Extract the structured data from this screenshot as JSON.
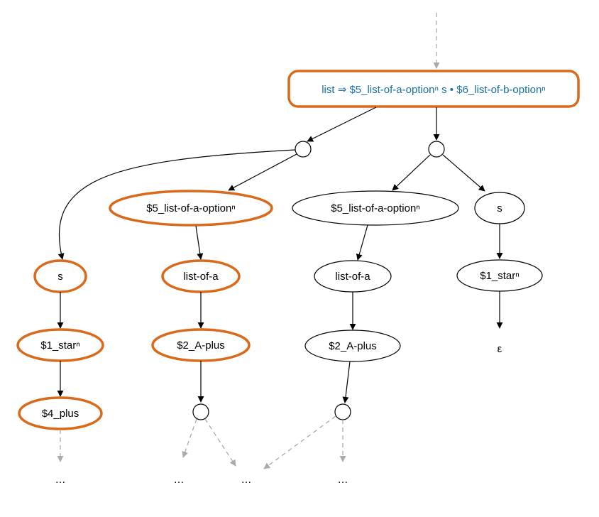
{
  "colors": {
    "highlight": "#d96a1b",
    "root_text": "#1a6fa5",
    "edge": "#000000",
    "dashed_edge": "#aaaaaa"
  },
  "root": {
    "label": "list ⇒ $5_list-of-a-optionⁿ s • $6_list-of-b-optionⁿ"
  },
  "nodes": {
    "s_left": "s",
    "star_left": "$1_starⁿ",
    "plus_left": "$4_plus",
    "opt_a_hl": "$5_list-of-a-optionⁿ",
    "list_a_hl": "list-of-a",
    "aplus_hl": "$2_A-plus",
    "opt_a": "$5_list-of-a-optionⁿ",
    "list_a": "list-of-a",
    "aplus": "$2_A-plus",
    "s_right": "s",
    "star_right": "$1_starⁿ",
    "epsilon": "ε"
  },
  "ellipses": {
    "e1": "…",
    "e2": "…",
    "e3": "…",
    "e4": "…"
  }
}
